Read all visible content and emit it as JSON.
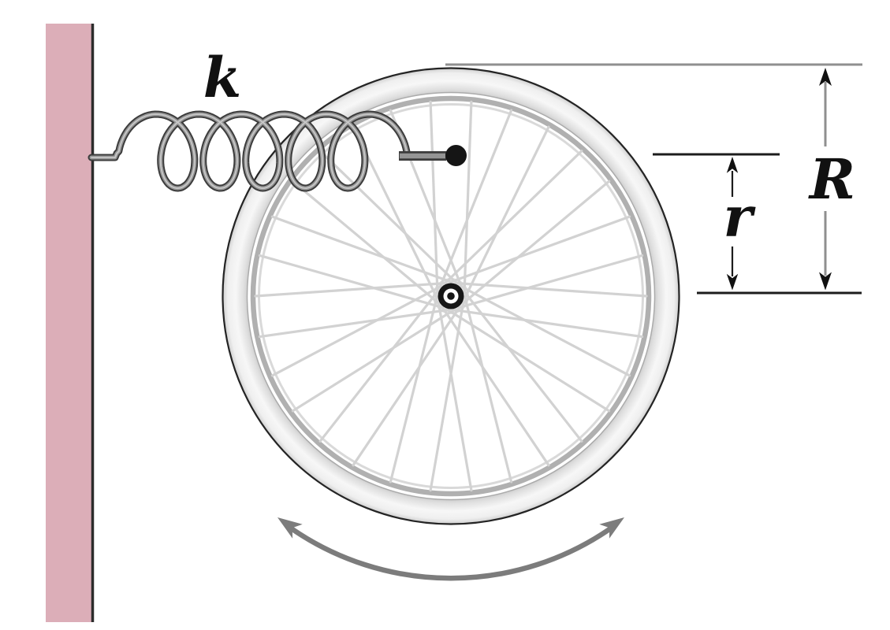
{
  "diagram": {
    "name": "wheel-on-spring-oscillation-diagram",
    "labels": {
      "spring_constant": "k",
      "wheel_radius": "R",
      "attachment_radius": "r"
    },
    "colors": {
      "background": "#ffffff",
      "wall_fill": "#dcaeb8",
      "wall_edge": "#2c2c2c",
      "spring_dark": "#3c3c3c",
      "spring_mid": "#959595",
      "spring_light": "#c8c8c8",
      "attachment_dot": "#151515",
      "spoke": "#d2d2d2",
      "rim": "#b0b0b0",
      "tire_edge": "#242424",
      "hub_dark": "#161616",
      "hub_halo": "#e3e3e3",
      "reference_line_gray": "#8f8f8f",
      "dimension_line_dark": "#1c1c1c",
      "arrow_gray": "#7c7c7c",
      "arrowhead_black": "#111111",
      "label_color": "#111111"
    }
  }
}
